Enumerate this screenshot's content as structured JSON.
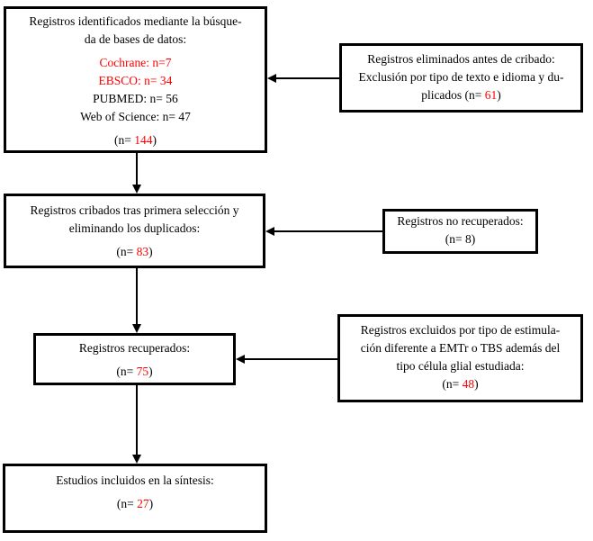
{
  "colors": {
    "accent_red": "#ff0000",
    "border_black": "#000000",
    "background": "#ffffff"
  },
  "boxes": {
    "identified": {
      "line1": "Registros identificados  mediante la búsque-",
      "line2": "da de bases de datos:",
      "sources": [
        {
          "label": "Cochrane: n=7",
          "highlight": true
        },
        {
          "label": "EBSCO: n= 34",
          "highlight": true
        },
        {
          "label": "PUBMED: n= 56",
          "highlight": false
        },
        {
          "label": "Web of Science: n= 47",
          "highlight": false
        }
      ],
      "total": {
        "prefix": "(n= ",
        "value": "144",
        "suffix": ")"
      }
    },
    "eliminated": {
      "line1": "Registros eliminados antes de cribado:",
      "line2": "Exclusión por tipo de texto e idioma y du-",
      "line3": {
        "prefix": "plicados (n= ",
        "value": "61",
        "suffix": ")"
      }
    },
    "screened": {
      "line1": "Registros cribados tras primera selección y",
      "line2": "eliminando los duplicados:",
      "total": {
        "prefix": "(n= ",
        "value": "83",
        "suffix": ")"
      }
    },
    "not_retrieved": {
      "line1": "Registros no recuperados:",
      "line2": "(n= 8)"
    },
    "retrieved": {
      "line1": "Registros recuperados:",
      "total": {
        "prefix": "(n= ",
        "value": "75",
        "suffix": ")"
      }
    },
    "excluded": {
      "line1": "Registros excluidos por tipo de estimula-",
      "line2": "ción diferente a EMTr o TBS además del",
      "line3": "tipo célula glial estudiada:",
      "total": {
        "prefix": "(n= ",
        "value": "48",
        "suffix": ")"
      }
    },
    "included": {
      "line1": "Estudios incluidos en la síntesis:",
      "total": {
        "prefix": "(n= ",
        "value": "27",
        "suffix": ")"
      }
    }
  }
}
